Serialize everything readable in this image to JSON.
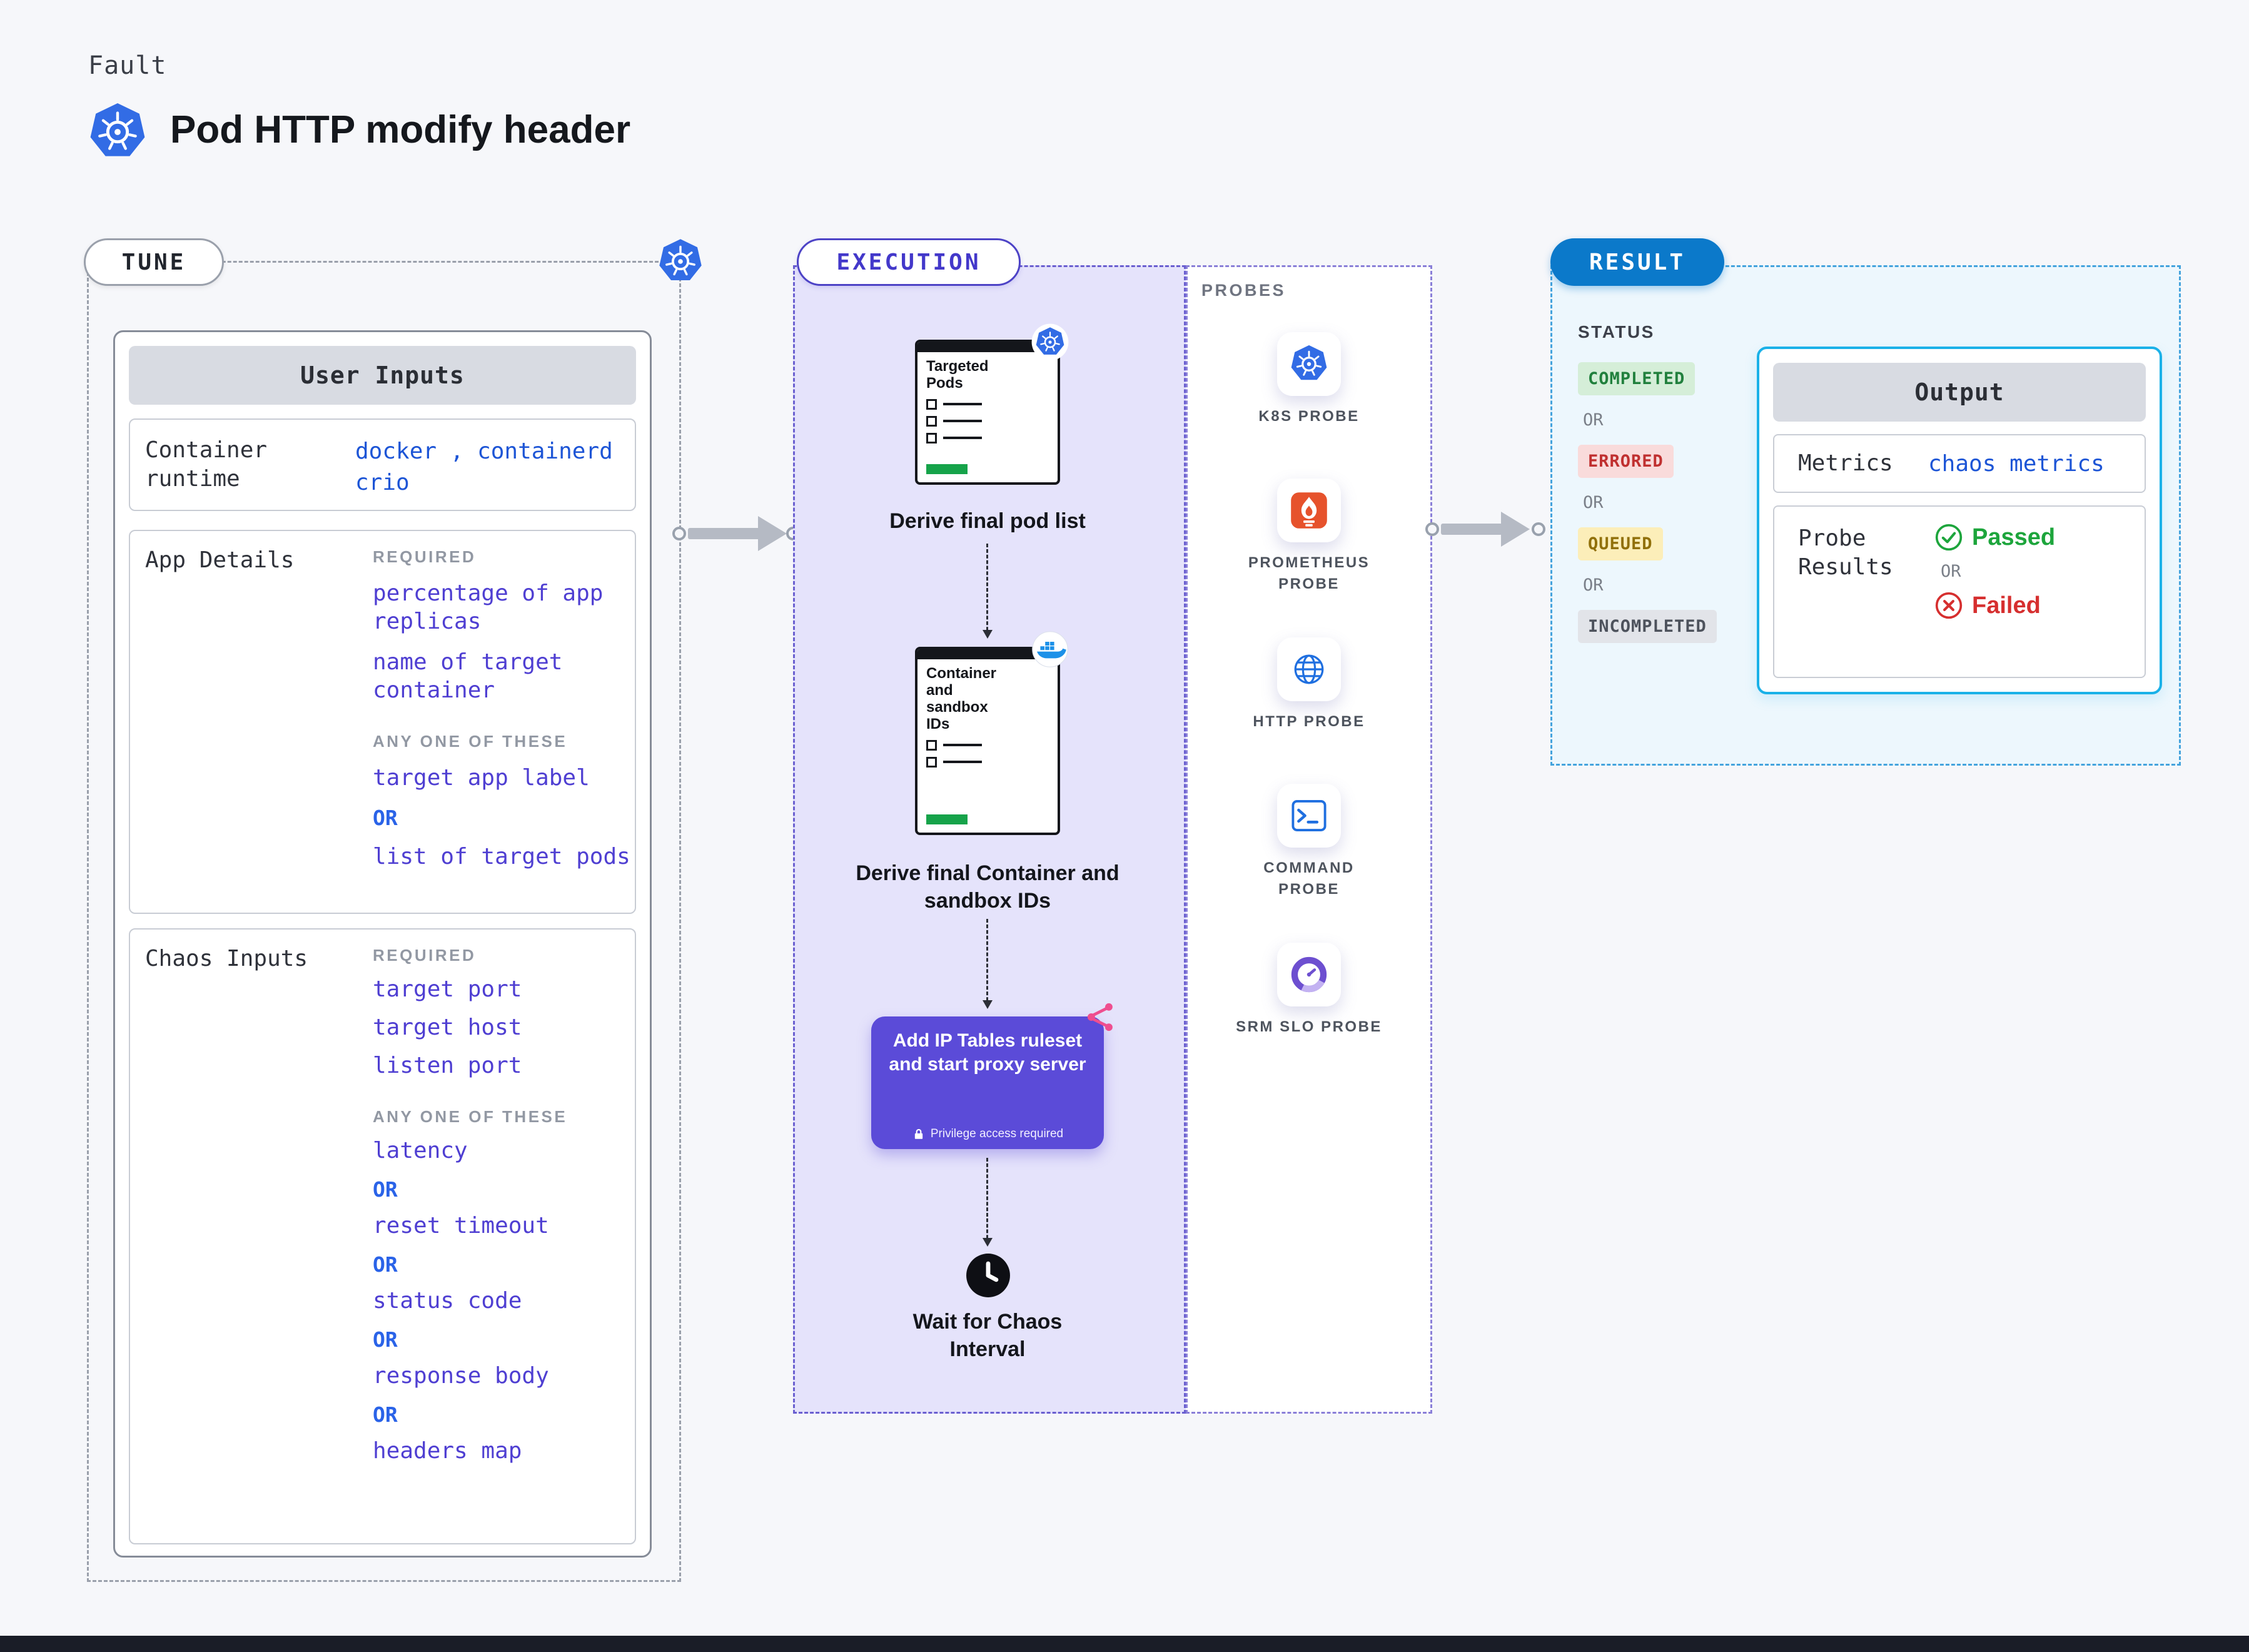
{
  "header": {
    "kicker": "Fault",
    "title": "Pod HTTP modify header"
  },
  "labels": {
    "or": "OR",
    "required": "REQUIRED",
    "any_one": "ANY ONE OF THESE"
  },
  "tune": {
    "pill": "TUNE",
    "card_title": "User Inputs",
    "runtime": {
      "label": "Container runtime",
      "values": [
        "docker",
        "containerd",
        "crio"
      ],
      "separator": " , "
    },
    "app_details": {
      "label": "App Details",
      "required": [
        "percentage of app replicas",
        "name of target container"
      ],
      "any_one": [
        "target app label",
        "list of target pods"
      ]
    },
    "chaos_inputs": {
      "label": "Chaos Inputs",
      "required": [
        "target port",
        "target host",
        "listen port"
      ],
      "any_one": [
        "latency",
        "reset timeout",
        "status code",
        "response body",
        "headers map"
      ]
    }
  },
  "execution": {
    "pill": "EXECUTION",
    "step1": {
      "card_title": "Targeted Pods",
      "caption": "Derive final pod list"
    },
    "step2": {
      "card_title": "Container and sandbox IDs",
      "caption": "Derive final Container and sandbox IDs"
    },
    "action": {
      "text": "Add IP Tables ruleset and start proxy server",
      "badge": "Privilege access required"
    },
    "wait_caption": "Wait for Chaos Interval"
  },
  "probes": {
    "label": "PROBES",
    "items": [
      "K8S PROBE",
      "PROMETHEUS PROBE",
      "HTTP PROBE",
      "COMMAND PROBE",
      "SRM SLO PROBE"
    ]
  },
  "result": {
    "pill": "RESULT",
    "status_label": "STATUS",
    "statuses": [
      "COMPLETED",
      "ERRORED",
      "QUEUED",
      "INCOMPLETED"
    ],
    "output": {
      "title": "Output",
      "metrics_label": "Metrics",
      "metrics_value": "chaos metrics",
      "probe_results_label": "Probe Results",
      "passed": "Passed",
      "failed": "Failed"
    }
  },
  "colors": {
    "k8s_blue": "#326ce5",
    "accent_blue": "#0b79ca",
    "execution_purple": "#5b4bd8",
    "input_purple": "#4f3fd2",
    "code_blue": "#1d55d6",
    "success_green": "#1da53c",
    "error_red": "#d62f2f",
    "queued_yellow": "#fceeb9",
    "output_cyan": "#1ab1e8"
  }
}
